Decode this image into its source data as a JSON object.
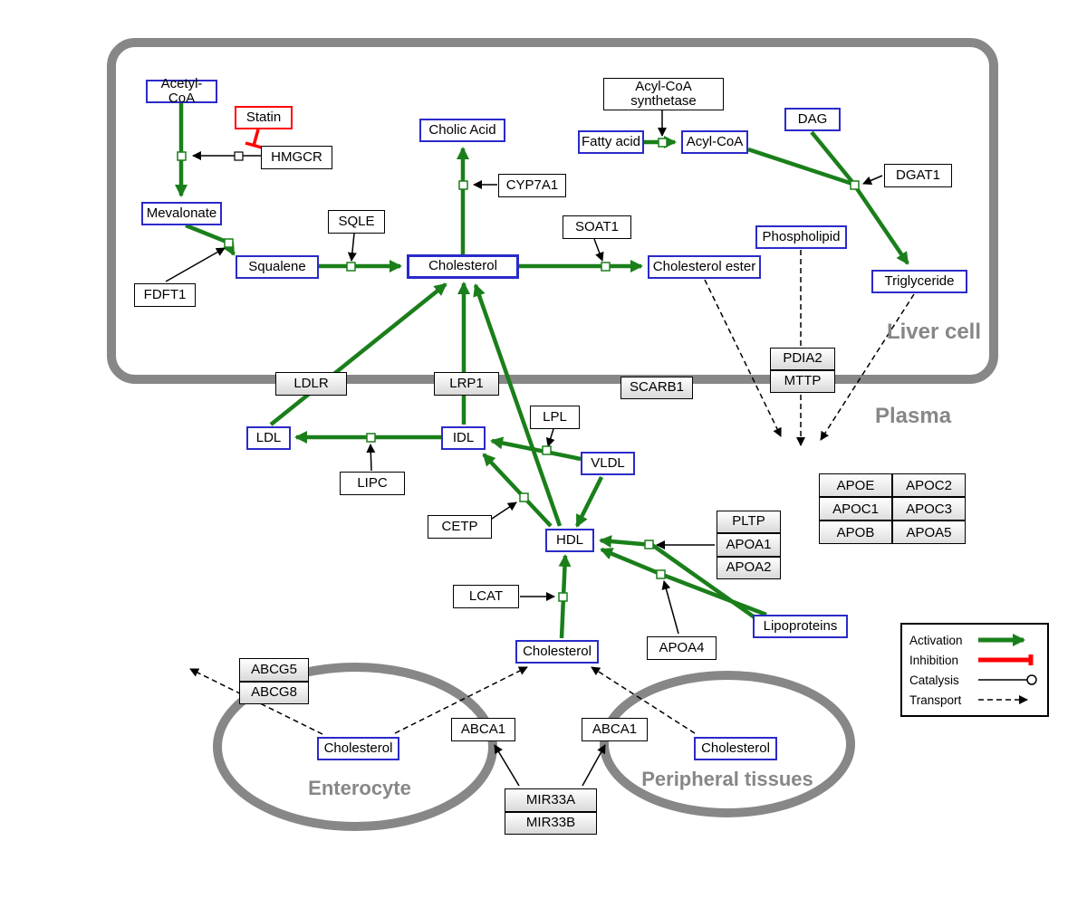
{
  "colors": {
    "activation": "#1a7f1a",
    "inhibition": "#ff0000",
    "metabolite-border": "#2a2ac9",
    "compartment": "#878787"
  },
  "compartments": {
    "liver": "Liver cell",
    "plasma": "Plasma",
    "enterocyte": "Enterocyte",
    "peripheral": "Peripheral tissues"
  },
  "nodes": {
    "acetyl_coa": "Acetyl-CoA",
    "statin": "Statin",
    "hmgcr": "HMGCR",
    "mevalonate": "Mevalonate",
    "fdft1": "FDFT1",
    "squalene": "Squalene",
    "sqle": "SQLE",
    "cholesterol_liver": "Cholesterol",
    "cholic_acid": "Cholic Acid",
    "cyp7a1": "CYP7A1",
    "soat1": "SOAT1",
    "cholesterol_ester": "Cholesterol ester",
    "fatty_acid": "Fatty acid",
    "acyl_coa_synthetase": "Acyl-CoA synthetase",
    "acyl_coa": "Acyl-CoA",
    "dag": "DAG",
    "dgat1": "DGAT1",
    "phospholipid": "Phospholipid",
    "triglyceride": "Triglyceride",
    "ldlr": "LDLR",
    "lrp1": "LRP1",
    "scarb1": "SCARB1",
    "pdia2": "PDIA2",
    "mttp": "MTTP",
    "ldl": "LDL",
    "idl": "IDL",
    "lipc": "LIPC",
    "lpl": "LPL",
    "vldl": "VLDL",
    "cetp": "CETP",
    "hdl": "HDL",
    "lcat": "LCAT",
    "pltp": "PLTP",
    "apoa1": "APOA1",
    "apoa2": "APOA2",
    "apoa4": "APOA4",
    "lipoproteins": "Lipoproteins",
    "cholesterol_plasma": "Cholesterol",
    "apoe": "APOE",
    "apoc2": "APOC2",
    "apoc1": "APOC1",
    "apoc3": "APOC3",
    "apob": "APOB",
    "apoa5": "APOA5",
    "abcg5": "ABCG5",
    "abcg8": "ABCG8",
    "cholesterol_enterocyte": "Cholesterol",
    "abca1_left": "ABCA1",
    "abca1_right": "ABCA1",
    "cholesterol_peripheral": "Cholesterol",
    "mir33a": "MIR33A",
    "mir33b": "MIR33B"
  },
  "legend": {
    "activation": "Activation",
    "inhibition": "Inhibition",
    "catalysis": "Catalysis",
    "transport": "Transport"
  }
}
